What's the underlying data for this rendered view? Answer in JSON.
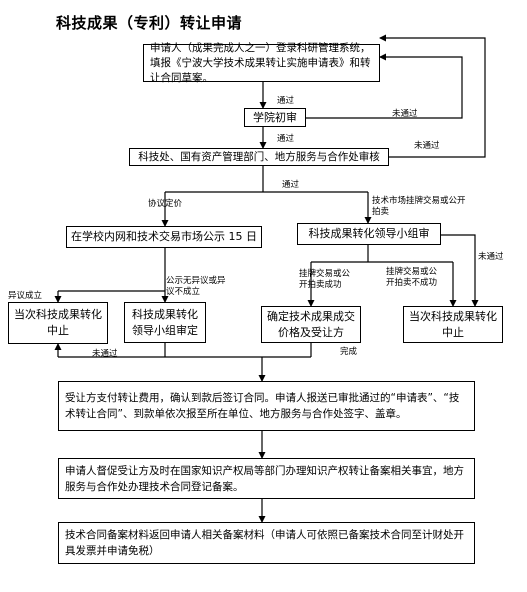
{
  "title": "科技成果（专利）转让申请",
  "nodes": {
    "apply": "申请人（成果完成人之一）登录科研管理系统，填报《宁波大学技术成果转让实施申请表》和转让合同草案。",
    "college_review": "学院初审",
    "dept_review": "科技处、国有资产管理部门、地方服务与合作处审核",
    "public_notice": "在学校内网和技术交易市场公示 15 日",
    "leader_group_right": "科技成果转化领导小组审",
    "stop_left": "当次科技成果转化中止",
    "leader_group_left": "科技成果转化领导小组审定",
    "price_confirm": "确定技术成果成交价格及受让方",
    "stop_right": "当次科技成果转化中止",
    "payment": "受让方支付转让费用，确认到款后签订合同。申请人报送已审批通过的“申请表”、“技术转让合同”、到款单依次报至所在单位、地方服务与合作处签字、盖章。",
    "ip_filing": "申请人督促受让方及时在国家知识产权局等部门办理知识产权转让备案相关事宜，地方服务与合作处办理技术合同登记备案。",
    "return_docs": "技术合同备案材料返回申请人相关备案材料（申请人可依照已备案技术合同至计财处开具发票并申请免税）"
  },
  "edge_labels": {
    "pass1": "通过",
    "fail1": "未通过",
    "pass2": "通过",
    "fail2": "未通过",
    "pass3": "通过",
    "negotiate": "协议定价",
    "market_auction": "技术市场挂牌交易或公开拍卖",
    "fail_right": "未通过",
    "objection": "异议成立",
    "no_objection": "公示无异议或异议不成立",
    "auction_success": "挂牌交易或公开拍卖成功",
    "auction_fail": "挂牌交易或公开拍卖不成功",
    "fail_bottom": "未通过",
    "done": "完成"
  }
}
